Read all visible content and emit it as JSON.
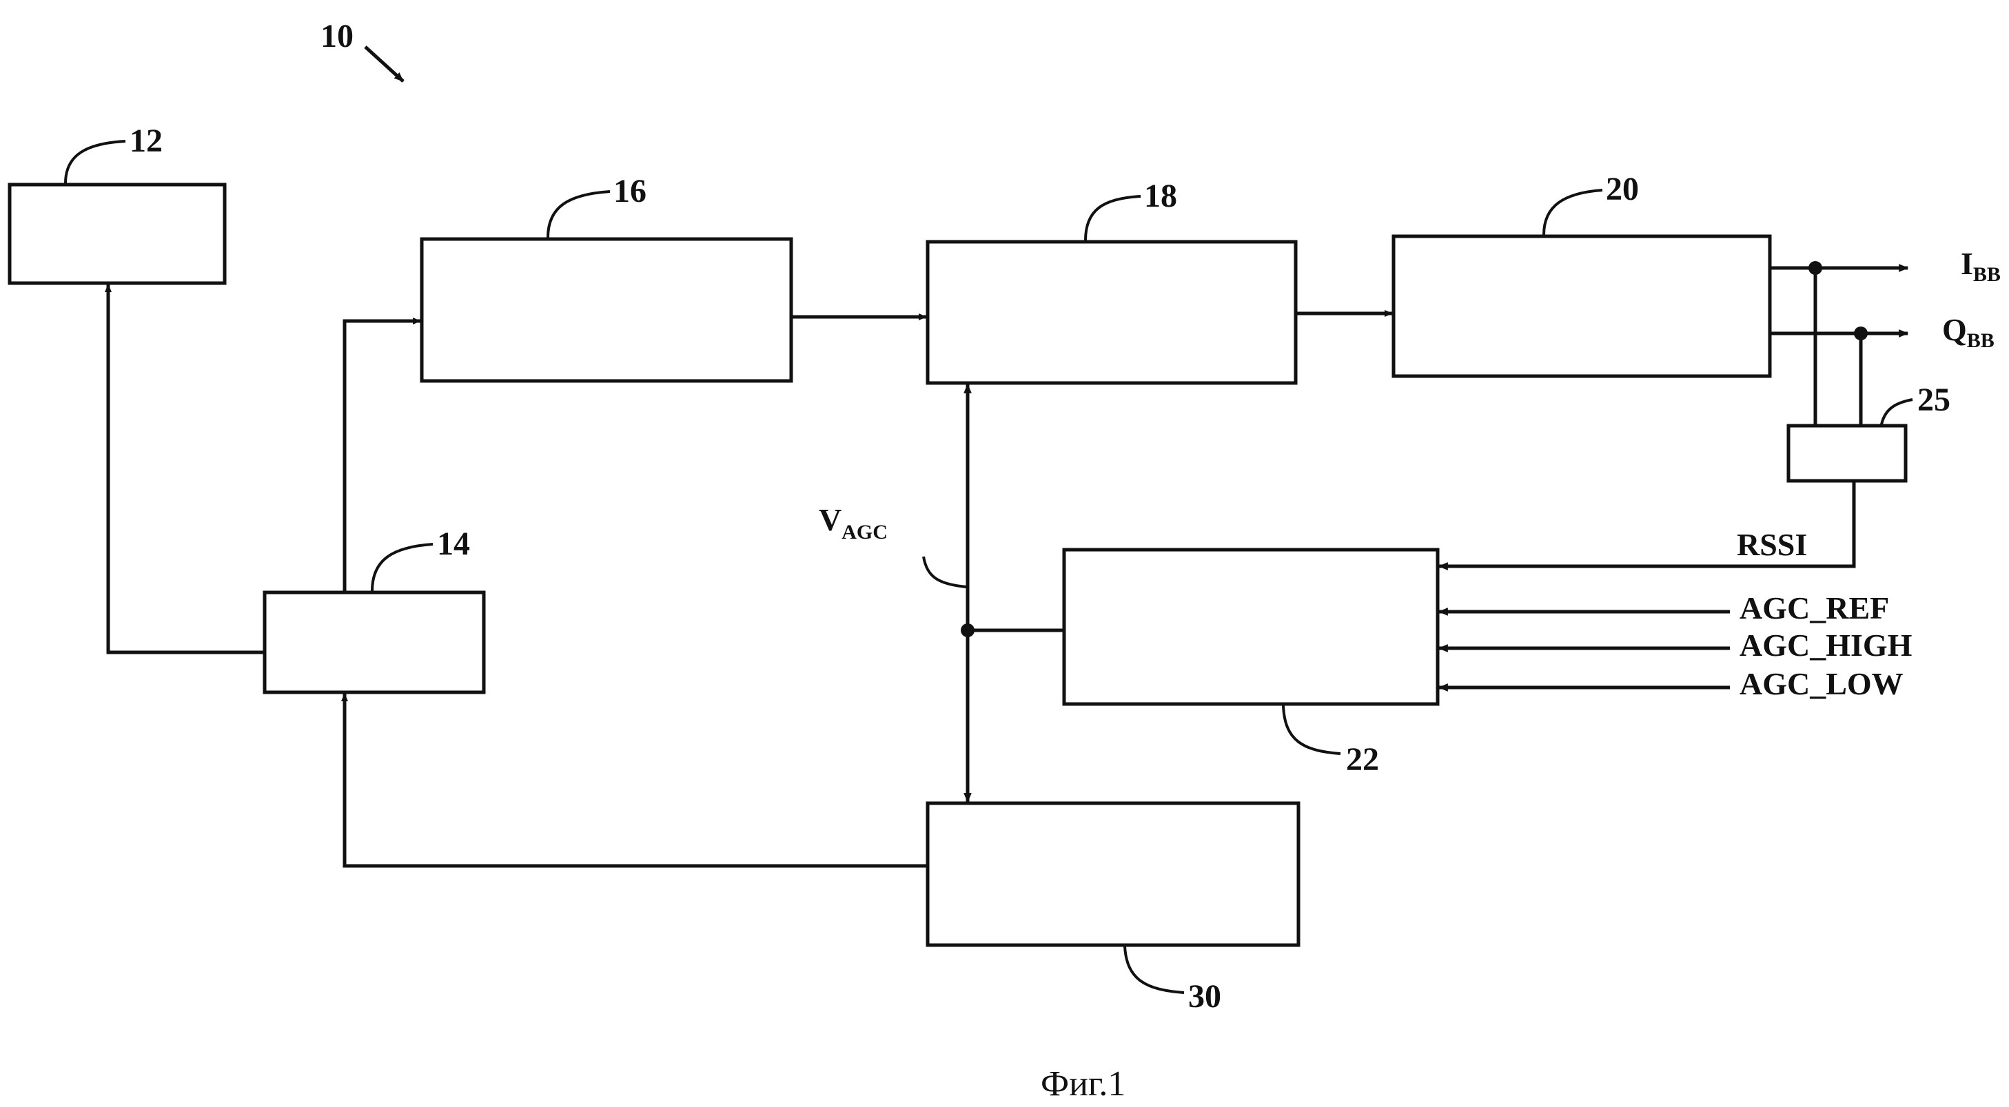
{
  "figure": {
    "number": "10",
    "caption": "Фиг.1"
  },
  "blocks": [
    {
      "id": "block-12",
      "ref": "12"
    },
    {
      "id": "block-14",
      "ref": "14"
    },
    {
      "id": "block-16",
      "ref": "16"
    },
    {
      "id": "block-18",
      "ref": "18"
    },
    {
      "id": "block-20",
      "ref": "20"
    },
    {
      "id": "block-22",
      "ref": "22"
    },
    {
      "id": "block-25",
      "ref": "25"
    },
    {
      "id": "block-30",
      "ref": "30"
    }
  ],
  "signals": {
    "vagc": {
      "main": "V",
      "sub": "AGC"
    },
    "ibb": {
      "main": "I",
      "sub": "BB"
    },
    "qbb": {
      "main": "Q",
      "sub": "BB"
    },
    "rssi": "RSSI",
    "agc_ref": "AGC_REF",
    "agc_high": "AGC_HIGH",
    "agc_low": "AGC_LOW"
  }
}
